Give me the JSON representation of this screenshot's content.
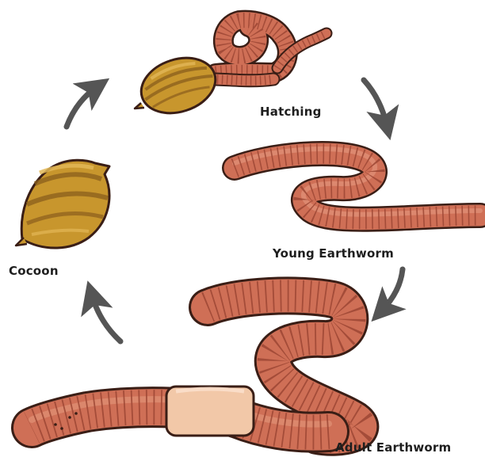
{
  "stages": {
    "hatching": "Hatching",
    "young": "Young Earthworm",
    "adult": "Adult Earthworm",
    "cocoon": "Cocoon"
  },
  "colors": {
    "outline": "#3a1e16",
    "worm_body": "#cf6f56",
    "worm_segment": "#9c4634",
    "worm_highlight": "#e59a80",
    "clitellum": "#f2c8a8",
    "cocoon_fill": "#c8962d",
    "cocoon_stripe": "#8a5d1c",
    "cocoon_highlight": "#e2b757",
    "arrow": "#555555"
  }
}
